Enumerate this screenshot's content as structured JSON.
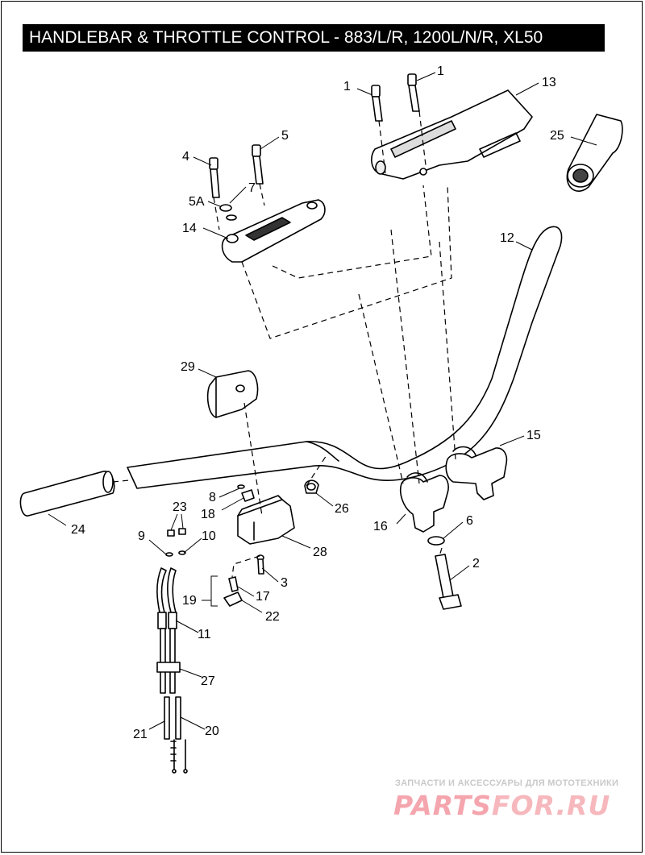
{
  "title": "HANDLEBAR & THROTTLE CONTROL - 883/L/R, 1200L/N/R, XL50",
  "callouts": [
    {
      "id": "c1a",
      "text": "1"
    },
    {
      "id": "c1b",
      "text": "1"
    },
    {
      "id": "c13",
      "text": "13"
    },
    {
      "id": "c25",
      "text": "25"
    },
    {
      "id": "c4",
      "text": "4"
    },
    {
      "id": "c5",
      "text": "5"
    },
    {
      "id": "c5A",
      "text": "5A"
    },
    {
      "id": "c7",
      "text": "7"
    },
    {
      "id": "c14",
      "text": "14"
    },
    {
      "id": "c12",
      "text": "12"
    },
    {
      "id": "c29",
      "text": "29"
    },
    {
      "id": "c15",
      "text": "15"
    },
    {
      "id": "c8",
      "text": "8"
    },
    {
      "id": "c18",
      "text": "18"
    },
    {
      "id": "c26",
      "text": "26"
    },
    {
      "id": "c23",
      "text": "23"
    },
    {
      "id": "c24",
      "text": "24"
    },
    {
      "id": "c16",
      "text": "16"
    },
    {
      "id": "c6",
      "text": "6"
    },
    {
      "id": "c9",
      "text": "9"
    },
    {
      "id": "c10",
      "text": "10"
    },
    {
      "id": "c28",
      "text": "28"
    },
    {
      "id": "c2",
      "text": "2"
    },
    {
      "id": "c3",
      "text": "3"
    },
    {
      "id": "c17",
      "text": "17"
    },
    {
      "id": "c19",
      "text": "19"
    },
    {
      "id": "c22",
      "text": "22"
    },
    {
      "id": "c11",
      "text": "11"
    },
    {
      "id": "c27",
      "text": "27"
    },
    {
      "id": "c21",
      "text": "21"
    },
    {
      "id": "c20",
      "text": "20"
    }
  ],
  "watermark": {
    "tagline": "ЗАПЧАСТИ И АКСЕССУАРЫ ДЛЯ МОТОТЕХНИКИ",
    "logo_part1": "PARTS",
    "logo_part2": "FOR.RU"
  }
}
